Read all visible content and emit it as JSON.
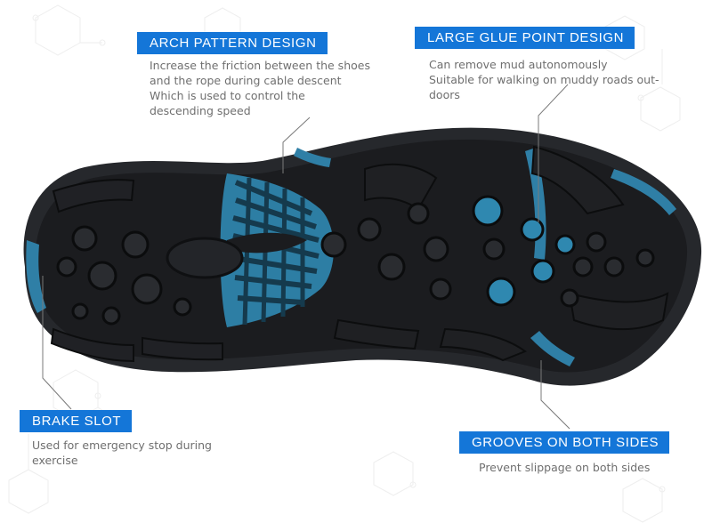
{
  "callouts": {
    "arch": {
      "title": "ARCH PATTERN DESIGN",
      "lines": [
        "Increase the friction between the shoes",
        "and the rope during cable descent",
        "Which is used to control the",
        "descending speed"
      ]
    },
    "glue": {
      "title": "LARGE GLUE POINT DESIGN",
      "lines": [
        "Can remove mud autonomously",
        "Suitable for walking on muddy roads out-",
        "doors"
      ]
    },
    "brake": {
      "title": "BRAKE SLOT",
      "lines": [
        "Used for emergency stop during",
        "exercise"
      ]
    },
    "grooves": {
      "title": "GROOVES ON BOTH SIDES",
      "lines": [
        "Prevent slippage on both sides"
      ]
    }
  },
  "colors": {
    "accent": "#1476d8",
    "sole_black": "#1c1d20",
    "sole_blue": "#2e7fa3",
    "text_gray": "#6f6f6f"
  }
}
